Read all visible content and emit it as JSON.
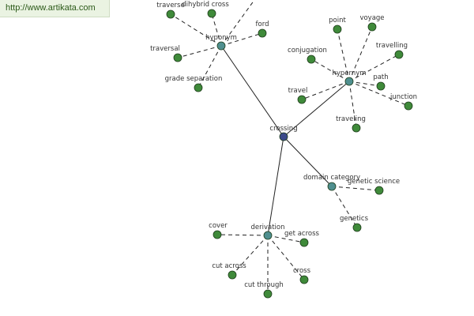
{
  "banner": {
    "url_text": "http://www.artikata.com"
  },
  "colors": {
    "root_node": "#3b4a8a",
    "hub_node": "#4f8f8f",
    "leaf_node": "#3f8a3a",
    "edge": "#222222",
    "label": "#333333"
  },
  "graph": {
    "root": {
      "id": "crossing",
      "label": "crossing"
    },
    "hubs": [
      {
        "id": "hyponym",
        "label": "hyponym",
        "leaves": [
          {
            "id": "traverse",
            "label": "traverse"
          },
          {
            "id": "dihybrid-cross",
            "label": "dihybrid cross"
          },
          {
            "id": "ford",
            "label": "ford"
          },
          {
            "id": "traversal",
            "label": "traversal"
          },
          {
            "id": "grade-separation",
            "label": "grade separation"
          }
        ]
      },
      {
        "id": "hypernym",
        "label": "hypernym",
        "leaves": [
          {
            "id": "point",
            "label": "point"
          },
          {
            "id": "voyage",
            "label": "voyage"
          },
          {
            "id": "travelling",
            "label": "travelling"
          },
          {
            "id": "conjugation",
            "label": "conjugation"
          },
          {
            "id": "path",
            "label": "path"
          },
          {
            "id": "junction",
            "label": "junction"
          },
          {
            "id": "travel",
            "label": "travel"
          },
          {
            "id": "traveling",
            "label": "traveling"
          }
        ]
      },
      {
        "id": "domain-category",
        "label": "domain category",
        "leaves": [
          {
            "id": "genetic-science",
            "label": "genetic science"
          },
          {
            "id": "genetics",
            "label": "genetics"
          }
        ]
      },
      {
        "id": "derivation",
        "label": "derivation",
        "leaves": [
          {
            "id": "cover",
            "label": "cover"
          },
          {
            "id": "get-across",
            "label": "get across"
          },
          {
            "id": "cut-across",
            "label": "cut across"
          },
          {
            "id": "cross",
            "label": "cross"
          },
          {
            "id": "cut-through",
            "label": "cut through"
          }
        ]
      }
    ]
  }
}
